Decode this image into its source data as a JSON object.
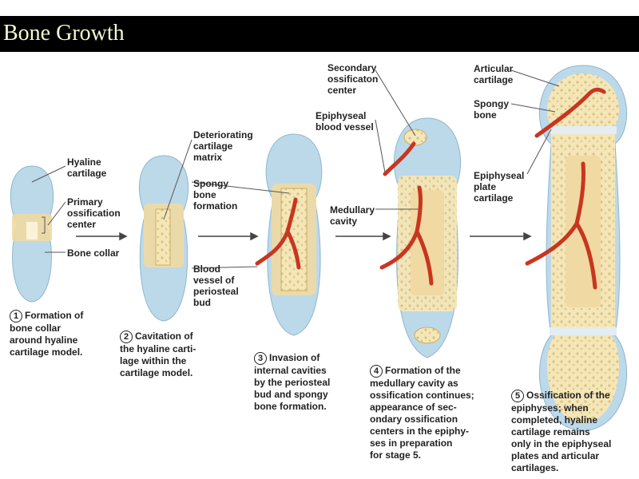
{
  "title": "Bone Growth",
  "colors": {
    "title_bg": "#000000",
    "title_text": "#f4fbcf",
    "cartilage": "#bcd9ea",
    "bone_collar": "#f0d9a2",
    "spongy_bone": "#f5e6b8",
    "blood_vessel": "#c8361f",
    "epiphyseal_plate": "#e3edf2"
  },
  "labels": {
    "hyaline_cartilage": "Hyaline\ncartilage",
    "primary_ossification_center": "Primary\nossification\ncenter",
    "bone_collar": "Bone collar",
    "deteriorating_cartilage_matrix": "Deteriorating\ncartilage\nmatrix",
    "spongy_bone_formation": "Spongy\nbone\nformation",
    "blood_vessel_periosteal_bud": "Blood\nvessel of\nperiosteal\nbud",
    "secondary_ossification_center": "Secondary\nossificaton\ncenter",
    "epiphyseal_blood_vessel": "Epiphyseal\nblood vessel",
    "medullary_cavity": "Medullary\ncavity",
    "articular_cartilage": "Articular\ncartilage",
    "spongy_bone": "Spongy\nbone",
    "epiphyseal_plate_cartilage": "Epiphyseal\nplate\ncartilage"
  },
  "stages": [
    {
      "number": "1",
      "caption": "Formation of\nbone collar\naround hyaline\ncartilage model."
    },
    {
      "number": "2",
      "caption": "Cavitation of\nthe hyaline carti-\nlage within the\ncartilage model."
    },
    {
      "number": "3",
      "caption": "Invasion of\ninternal cavities\nby the periosteal\nbud and spongy\nbone formation."
    },
    {
      "number": "4",
      "caption": "Formation of the\nmedullary cavity as\nossification continues;\nappearance of sec-\nondary ossification\ncenters in the epiphy-\nses in preparation\nfor stage 5."
    },
    {
      "number": "5",
      "caption": "Ossification of the\nepiphyses; when\ncompleted, hyaline\ncartilage remains\nonly in the epiphyseal\nplates and articular\ncartilages."
    }
  ]
}
